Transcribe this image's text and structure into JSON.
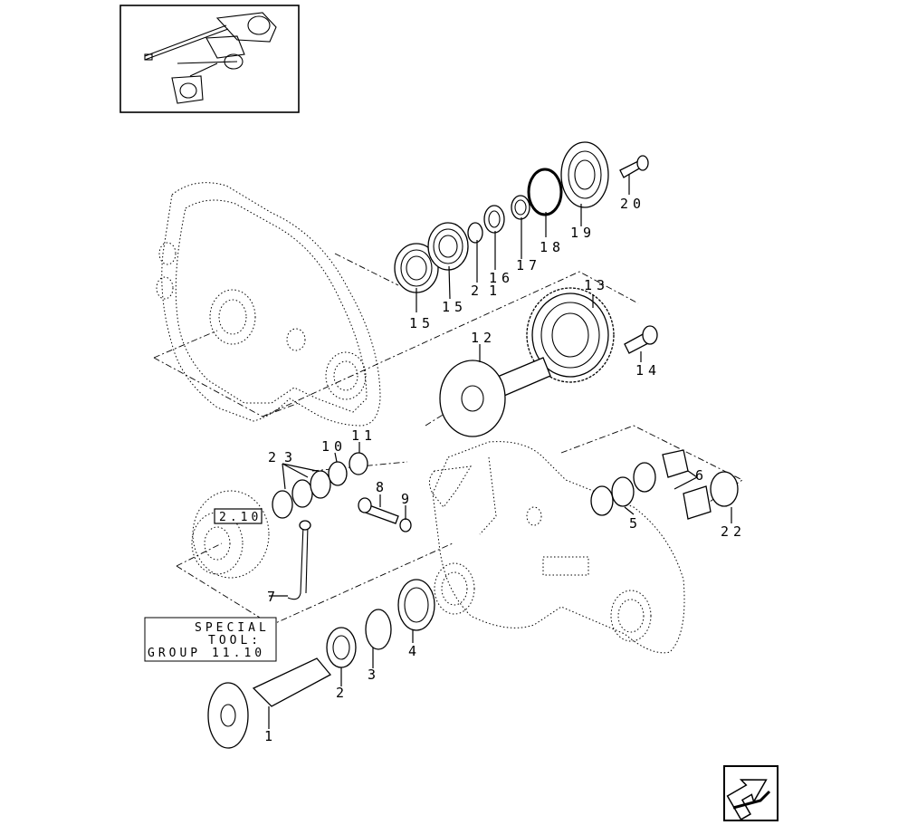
{
  "reference_box": {
    "label": "2.10"
  },
  "special_tool": {
    "line1": "SPECIAL",
    "line2": "TOOL:",
    "line3": "GROUP 11.10"
  },
  "callouts": {
    "c1": "1",
    "c2": "2",
    "c2b": "2",
    "c3": "3",
    "c3b": "3",
    "c4": "4",
    "c5": "5",
    "c6": "6",
    "c7": "7",
    "c8": "8",
    "c9": "9",
    "c10": "10",
    "c11": "11",
    "c12": "12",
    "c13": "13",
    "c14": "14",
    "c15a": "15",
    "c15b": "15",
    "c16": "16",
    "c17": "17",
    "c18": "18",
    "c19": "19",
    "c20": "20",
    "c21": "1",
    "c22": "22"
  },
  "icons": {
    "thumbnail": "assembly-thumbnail-icon",
    "nav": "next-page-arrow-icon"
  }
}
